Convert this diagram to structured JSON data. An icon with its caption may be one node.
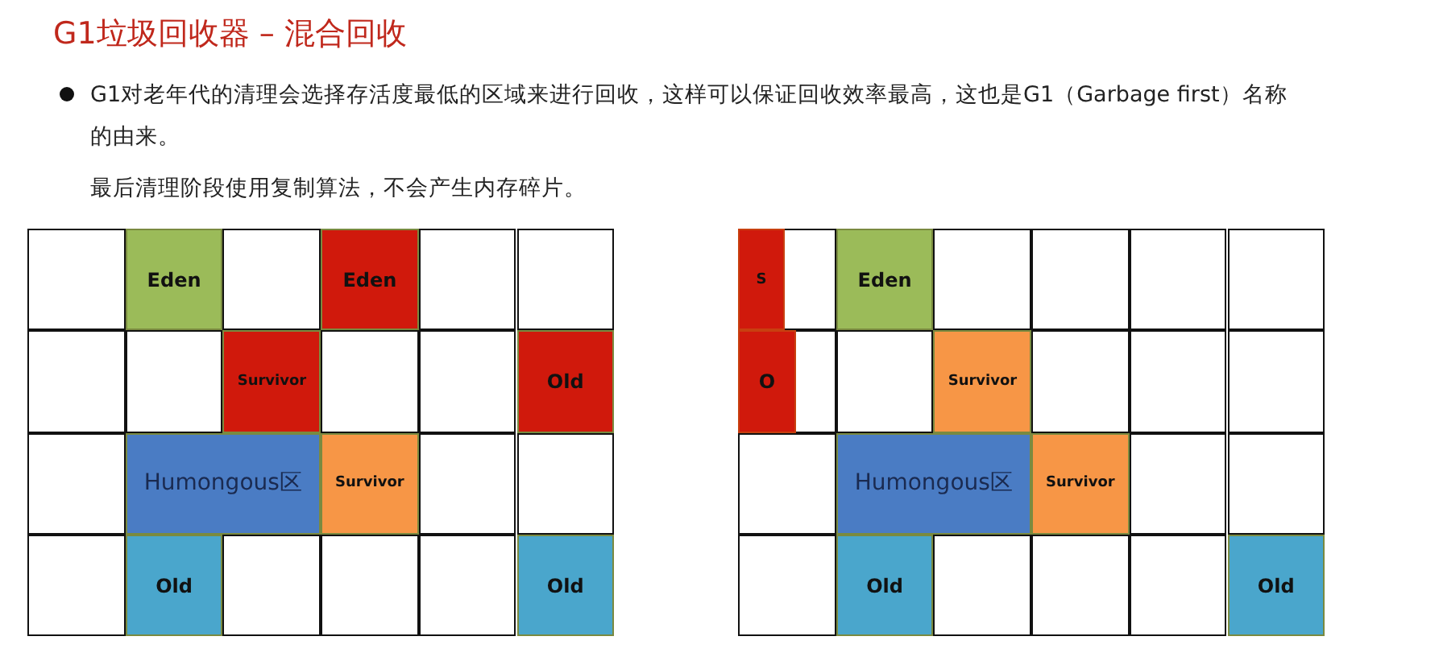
{
  "diagram": {
    "title": "G1垃圾回收器 – 混合回收",
    "nodes": [
      {
        "text": [],
        "shape": "box"
      },
      {
        "text": [
          "Eden"
        ]
      },
      {
        "text": [],
        "shape": "box"
      },
      {
        "text": [
          "Eden"
        ]
      },
      {
        "text": [],
        "shape": "box"
      },
      {
        "text": [],
        "shape": "box"
      },
      {
        "text": [],
        "shape": "box"
      },
      {
        "text": [],
        "shape": "box"
      },
      {
        "text": [
          "Survivor"
        ]
      },
      {
        "text": [],
        "shape": "box"
      },
      {
        "text": [],
        "shape": "box"
      },
      {
        "text": [
          "Old"
        ]
      },
      {
        "text": [],
        "shape": "box"
      },
      {
        "text": [
          "Humongous区"
        ]
      },
      {
        "text": [
          "Survivor"
        ]
      },
      {
        "text": [],
        "shape": "box"
      },
      {
        "text": [],
        "shape": "box"
      },
      {
        "text": [],
        "shape": "box"
      },
      {
        "text": [
          "Old"
        ]
      },
      {
        "text": [],
        "shape": "box"
      },
      {
        "text": [],
        "shape": "box"
      },
      {
        "text": [],
        "shape": "box"
      },
      {
        "text": [
          "Old"
        ]
      },
      {
        "text": [],
        "shape": "box"
      },
      {
        "text": [
          "S"
        ],
        "in": 23
      },
      {
        "text": [
          "Eden"
        ]
      },
      {
        "text": [],
        "shape": "box"
      },
      {
        "text": [],
        "shape": "box"
      },
      {
        "text": [],
        "shape": "box"
      },
      {
        "text": [],
        "shape": "box"
      },
      {
        "text": [],
        "shape": "box"
      },
      {
        "text": [
          "O"
        ],
        "in": 30
      },
      {
        "text": [],
        "shape": "box"
      },
      {
        "text": [
          "Survivor"
        ]
      },
      {
        "text": [],
        "shape": "box"
      },
      {
        "text": [],
        "shape": "box"
      },
      {
        "text": [],
        "shape": "box"
      },
      {
        "text": [],
        "shape": "box"
      },
      {
        "text": [
          "Humongous区"
        ]
      },
      {
        "text": [
          "Survivor"
        ]
      },
      {
        "text": [],
        "shape": "box"
      },
      {
        "text": [],
        "shape": "box"
      },
      {
        "text": [],
        "shape": "box"
      },
      {
        "text": [
          "Old"
        ]
      },
      {
        "text": [],
        "shape": "box"
      },
      {
        "text": [],
        "shape": "box"
      },
      {
        "text": [],
        "shape": "box"
      },
      {
        "text": [
          "Old"
        ]
      }
    ],
    "edges": [],
    "labels": [
      "G1对老年代的清理会选择存活度最低的区域来进行回收，这样可以保证回收效率最高，这也是G1（Garbage first）名称的由来。",
      "最后清理阶段使用复制算法，不会产生内存碎片。"
    ]
  }
}
